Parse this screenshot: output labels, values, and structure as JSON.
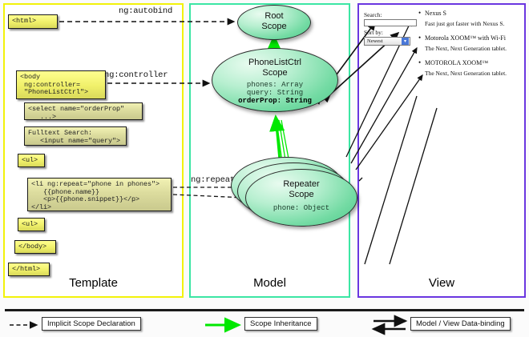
{
  "panels": [
    {
      "id": "template",
      "label": "Template",
      "color": "#f2f20a"
    },
    {
      "id": "model",
      "label": "Model",
      "color": "#3ce6a4"
    },
    {
      "id": "view",
      "label": "View",
      "color": "#6a36e0"
    }
  ],
  "template": {
    "boxes": {
      "html_open": "<html>",
      "body_open": "<body\n ng:controller=\n \"PhoneListCtrl\">",
      "select": "<select name=\"orderProp\"\n   ...>",
      "fulltext": "Fulltext Search:\n   <input name=\"query\">",
      "ul_open": "<ul>",
      "li_repeat": "<li ng:repeat=\"phone in phones\">\n   {{phone.name}}\n   <p>{{phone.snippet}}</p>\n</li>",
      "ul_close": "<ul>",
      "body_close": "</body>",
      "html_close": "</html>"
    }
  },
  "model": {
    "root_scope": {
      "title_line1": "Root",
      "title_line2": "Scope"
    },
    "ctrl_scope": {
      "title_line1": "PhoneListCtrl",
      "title_line2": "Scope",
      "props_plain": "phones: Array\nquery: String",
      "props_bold": "orderProp: String"
    },
    "repeater_scope": {
      "title_line1": "Repeater",
      "title_line2": "Scope",
      "props": "phone: Object"
    }
  },
  "view": {
    "search_label": "Search:",
    "search_value": "",
    "search_placeholder": "",
    "sort_label": "Sort by:",
    "sort_selected": "Newest",
    "sort_options": [
      "Newest"
    ],
    "phones": [
      {
        "name": "Nexus S",
        "snippet": "Fast just got faster with Nexus S."
      },
      {
        "name": "Motorola XOOM™ with Wi-Fi",
        "snippet": "The Next, Next Generation tablet."
      },
      {
        "name": "MOTOROLA XOOM™",
        "snippet": "The Next, Next Generation tablet."
      }
    ]
  },
  "connectors": {
    "autobind": "ng:autobind",
    "controller": "ng:controller",
    "ngrepeat": "ng:repeat"
  },
  "legend": {
    "implicit": "Implicit Scope Declaration",
    "inheritance": "Scope Inheritance",
    "binding": "Model / View Data-binding"
  },
  "colors": {
    "template_border": "#f2f20a",
    "model_border": "#3ce6a4",
    "view_border": "#6a36e0",
    "inheritance_arrow": "#00e800",
    "code_box_fill": "#f0f06a",
    "scope_fill": "#74dba4"
  }
}
